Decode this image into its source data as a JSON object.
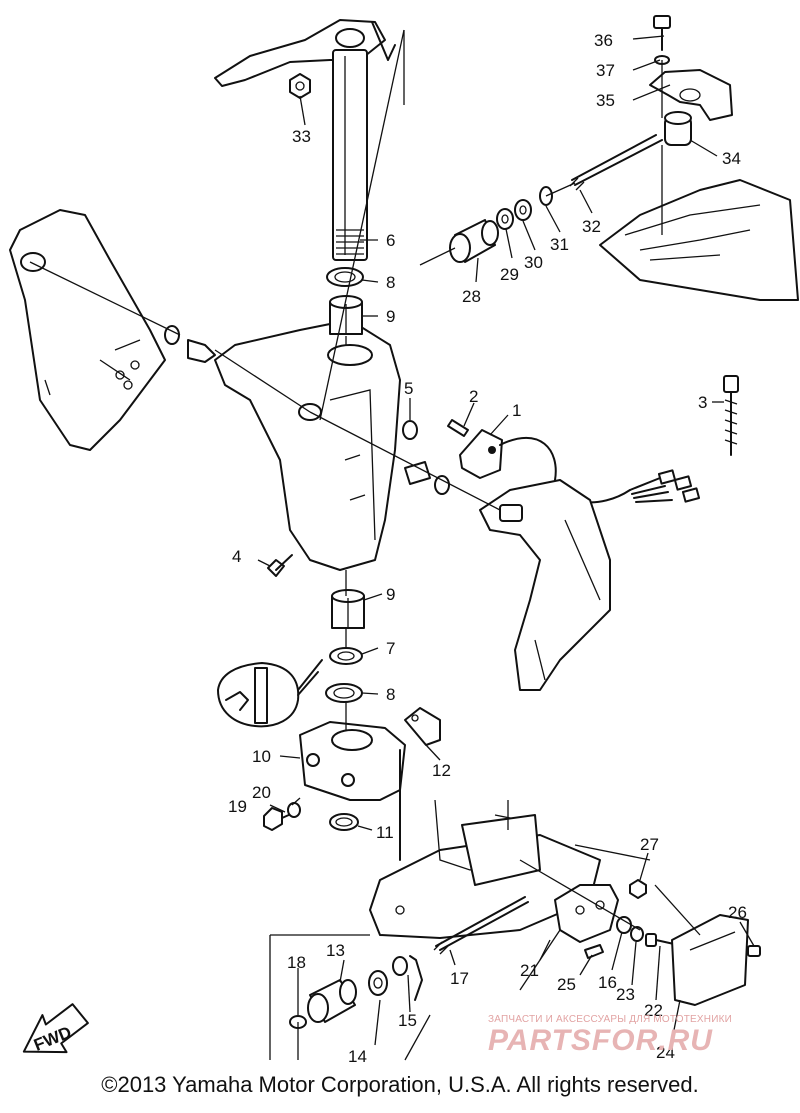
{
  "diagram": {
    "callouts": [
      "1",
      "2",
      "3",
      "4",
      "5",
      "6",
      "7",
      "8",
      "9",
      "10",
      "11",
      "12",
      "13",
      "14",
      "15",
      "16",
      "17",
      "18",
      "19",
      "20",
      "21",
      "22",
      "23",
      "24",
      "25",
      "26",
      "27",
      "28",
      "29",
      "30",
      "31",
      "32",
      "33",
      "34",
      "35",
      "36",
      "37"
    ],
    "fwd_label": "FWD"
  },
  "footer": {
    "copyright": "©2013 Yamaha Motor Corporation, U.S.A. All rights reserved."
  },
  "watermark": {
    "tagline": "ЗАПЧАСТИ И АКСЕССУАРЫ ДЛЯ МОТОТЕХНИКИ",
    "brand": "PARTSFOR.RU"
  }
}
